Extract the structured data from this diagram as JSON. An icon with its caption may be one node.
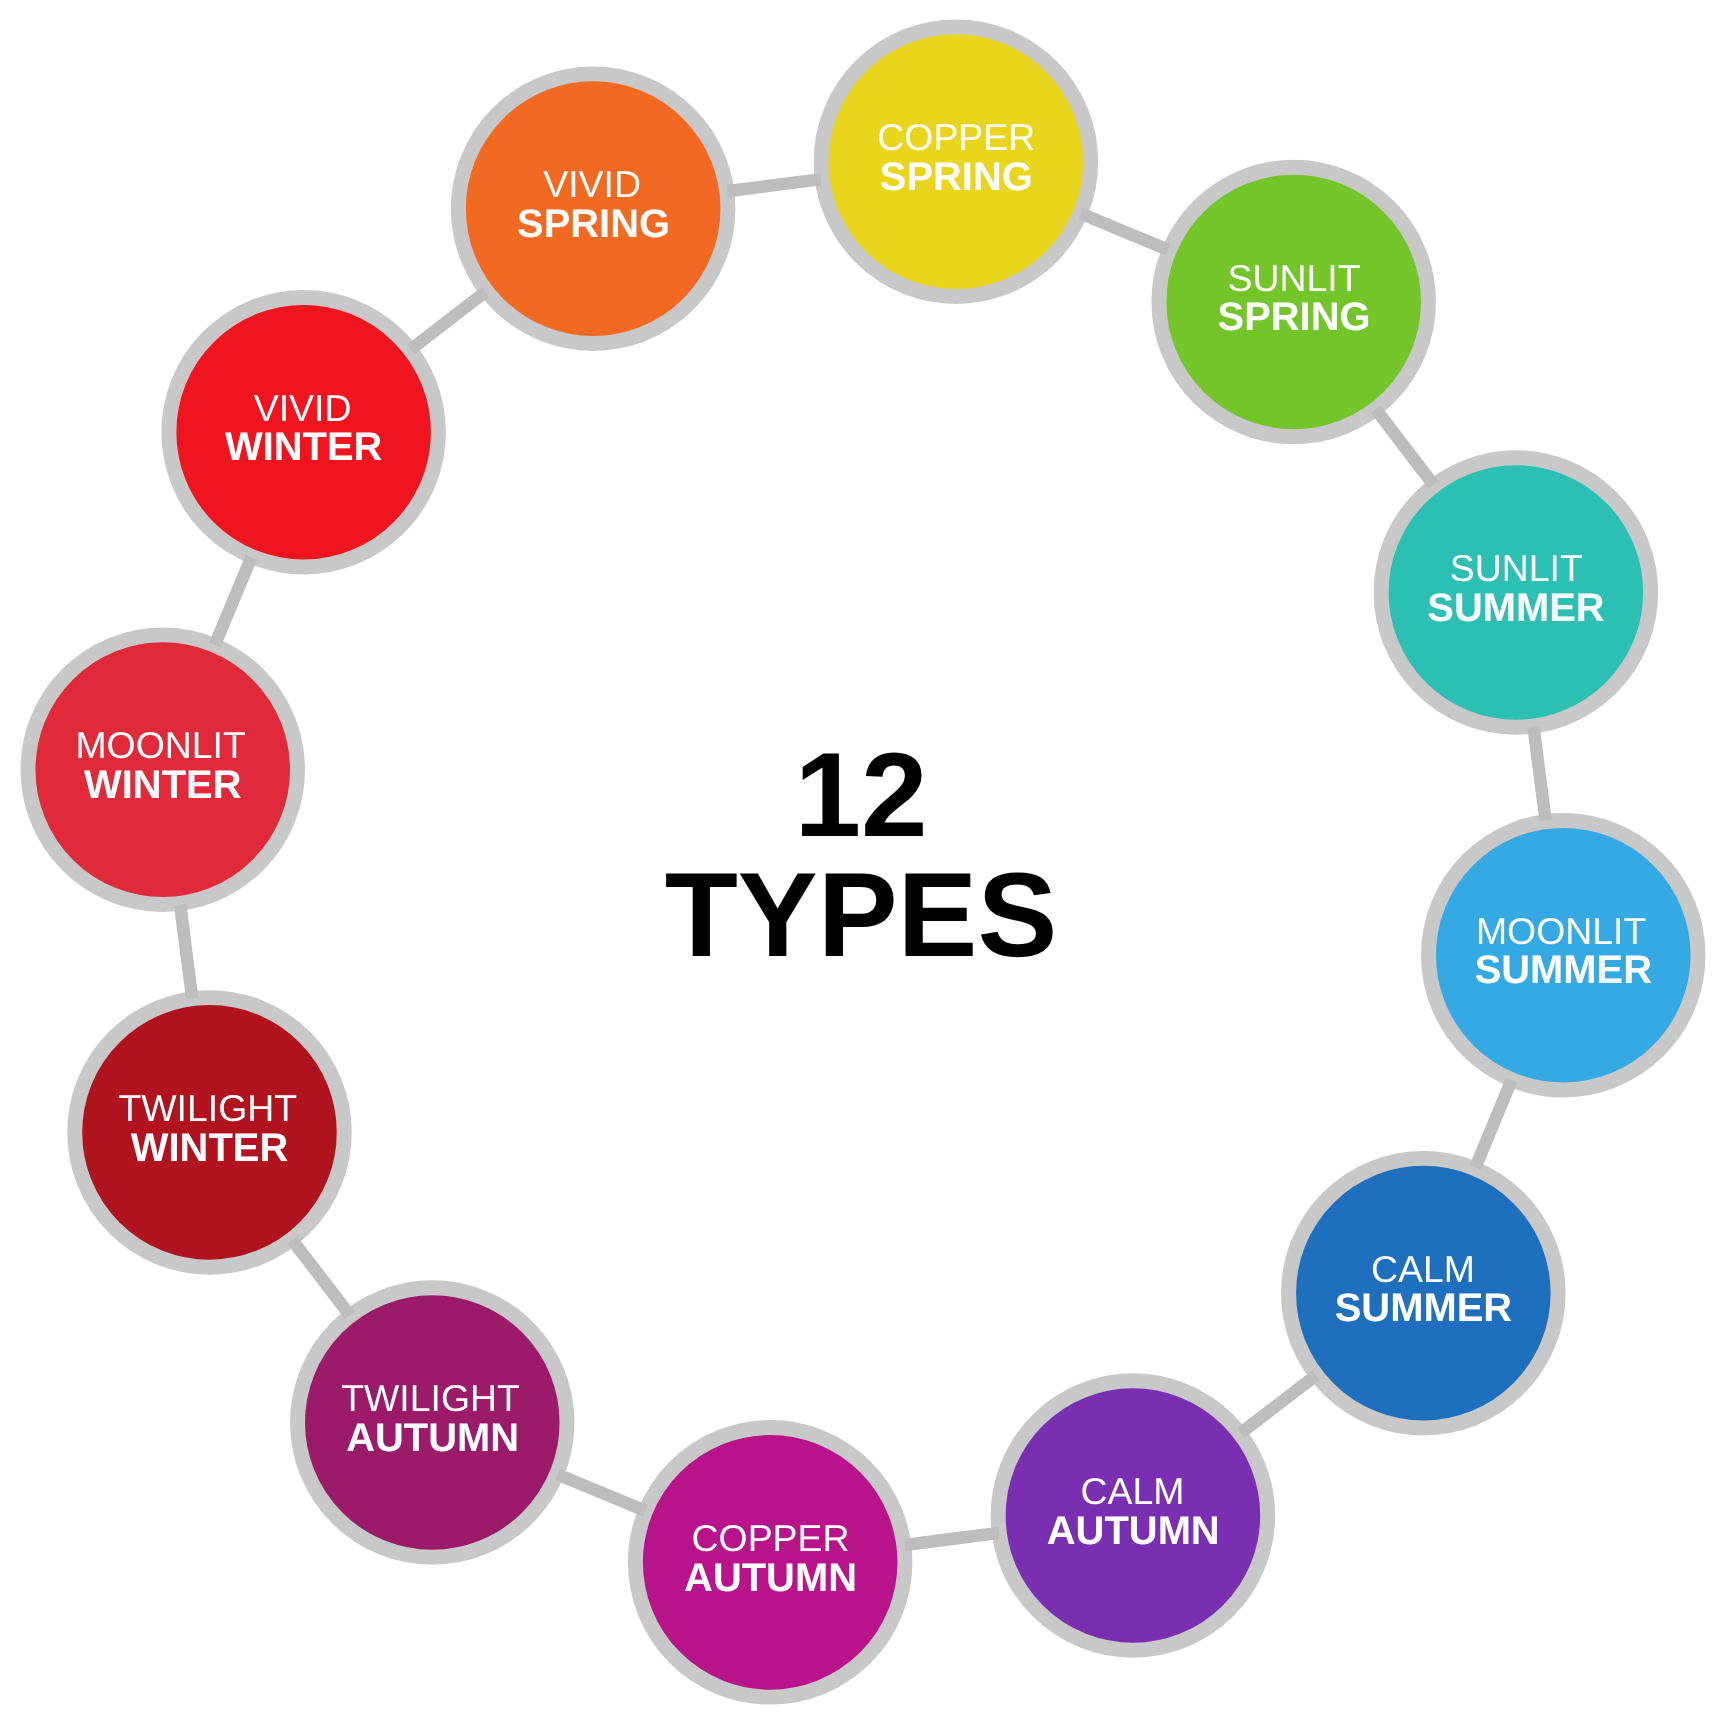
{
  "diagram": {
    "nodes": [
      {
        "text": [
          "MOONLIT",
          "WINTER"
        ]
      },
      {
        "text": [
          "VIVID",
          "WINTER"
        ]
      },
      {
        "text": [
          "VIVID",
          "SPRING"
        ]
      },
      {
        "text": [
          "COPPER",
          "SPRING"
        ]
      },
      {
        "text": [
          "SUNLIT",
          "SPRING"
        ]
      },
      {
        "text": [
          "SUNLIT",
          "SUMMER"
        ]
      },
      {
        "text": [
          "MOONLIT",
          "SUMMER"
        ]
      },
      {
        "text": [
          "CALM",
          "SUMMER"
        ]
      },
      {
        "text": [
          "CALM",
          "AUTUMN"
        ]
      },
      {
        "text": [
          "COPPER",
          "AUTUMN"
        ]
      },
      {
        "text": [
          "TWILIGHT",
          "AUTUMN"
        ]
      },
      {
        "text": [
          "TWILIGHT",
          "WINTER"
        ]
      }
    ],
    "edges": [
      {
        "from": 0,
        "to": 1,
        "arrow": "none"
      },
      {
        "from": 1,
        "to": 2,
        "arrow": "none"
      },
      {
        "from": 2,
        "to": 3,
        "arrow": "none"
      },
      {
        "from": 3,
        "to": 4,
        "arrow": "none"
      },
      {
        "from": 4,
        "to": 5,
        "arrow": "none"
      },
      {
        "from": 5,
        "to": 6,
        "arrow": "none"
      },
      {
        "from": 6,
        "to": 7,
        "arrow": "none"
      },
      {
        "from": 7,
        "to": 8,
        "arrow": "none"
      },
      {
        "from": 8,
        "to": 9,
        "arrow": "none"
      },
      {
        "from": 9,
        "to": 10,
        "arrow": "none"
      },
      {
        "from": 10,
        "to": 11,
        "arrow": "none"
      },
      {
        "from": 11,
        "to": 0,
        "arrow": "none"
      }
    ],
    "labels": [
      "12 TYPES"
    ]
  }
}
